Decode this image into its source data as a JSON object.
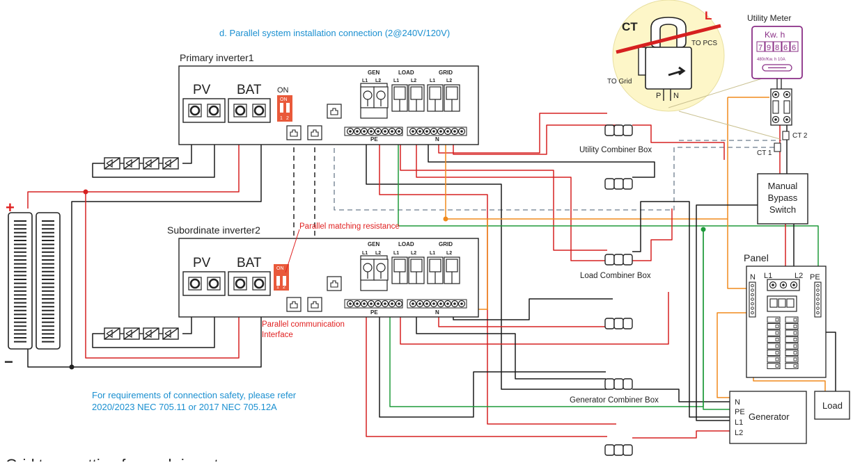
{
  "title": "d. Parallel system installation connection (2@240V/120V)",
  "inverter1": {
    "name": "Primary inverter1",
    "pv": "PV",
    "bat": "BAT",
    "dip_on": "ON",
    "dip_1": "1",
    "dip_2": "2",
    "gen": "GEN",
    "load": "LOAD",
    "grid": "GRID",
    "l1": "L1",
    "l2": "L2",
    "pe": "PE",
    "n": "N"
  },
  "inverter2": {
    "name": "Subordinate inverter2",
    "pv": "PV",
    "bat": "BAT",
    "dip_on": "ON",
    "dip_1": "1",
    "dip_2": "2",
    "gen": "GEN",
    "load": "LOAD",
    "grid": "GRID",
    "l1": "L1",
    "l2": "L2",
    "pe": "PE",
    "n": "N"
  },
  "battery": {
    "plus": "+",
    "minus": "−"
  },
  "annotations": {
    "parallel_resistance": "Parallel matching resistance",
    "parallel_comm_1": "Parallel communication",
    "parallel_comm_2": "Interface",
    "safety_1": "For requirements of connection safety, please refer",
    "safety_2": "2020/2023 NEC 705.11 or 2017 NEC 705.12A"
  },
  "combiners": {
    "utility": "Utility Combiner Box",
    "load": "Load Combiner Box",
    "generator": "Generator Combiner Box"
  },
  "ct": {
    "label": "CT",
    "line": "L",
    "to_pcs": "TO PCS",
    "to_grid": "TO Grid",
    "p": "P",
    "n": "N",
    "ct1": "CT 1",
    "ct2": "CT 2"
  },
  "meter": {
    "title": "Utility Meter",
    "unit": "Kw. h",
    "digits": [
      "7",
      "9",
      "8",
      "6",
      "6"
    ],
    "spec": "480r/Kw. h  10A"
  },
  "bypass": {
    "line1": "Manual",
    "line2": "Bypass",
    "line3": "Switch"
  },
  "panel": {
    "title": "Panel",
    "n": "N",
    "l1": "L1",
    "l2": "L2",
    "pe": "PE"
  },
  "generator": {
    "title": "Generator",
    "n": "N",
    "pe": "PE",
    "l1": "L1",
    "l2": "L2"
  },
  "load_box": "Load",
  "footer": "Grid type setting for each inverter",
  "colors": {
    "accent_blue": "#1a8fd0",
    "red_text": "#e02020",
    "wire_red": "#d62020",
    "wire_black": "#1a1a1a",
    "wire_green": "#1e9a3a",
    "wire_orange": "#f08a1c",
    "dashed_gray": "#6b7b8c",
    "dip_red": "#e9593a",
    "ct_circle": "#fdf6c8",
    "meter_purple": "#8a2f86"
  }
}
